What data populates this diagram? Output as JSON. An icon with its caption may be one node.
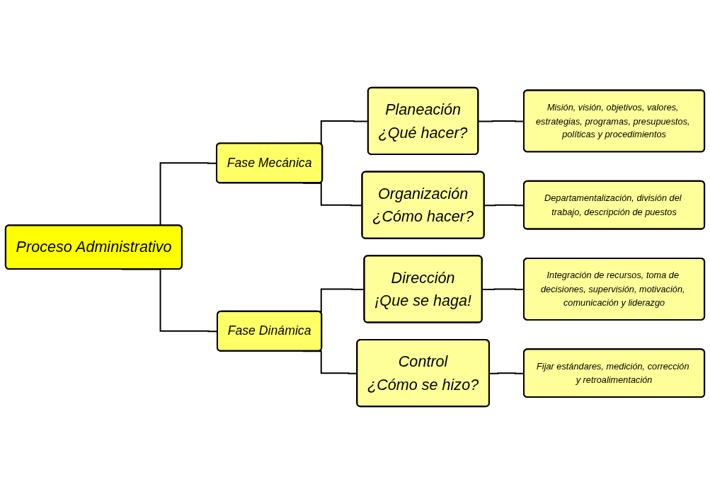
{
  "diagram": {
    "nodes": [
      {
        "text": [
          "Proceso Administrativo"
        ]
      },
      {
        "text": [
          "Fase Mecánica"
        ]
      },
      {
        "text": [
          "Planeación",
          "¿Qué hacer?"
        ]
      },
      {
        "text": [
          "Misión, visión, objetivos, valores, estrategias, programas, presupuestos, políticas y procedimientos"
        ]
      },
      {
        "text": [
          "Organización",
          "¿Cómo hacer?"
        ]
      },
      {
        "text": [
          "Departamentalización, división del trabajo, descripción de puestos"
        ]
      },
      {
        "text": [
          "Fase Dinámica"
        ]
      },
      {
        "text": [
          "Dirección",
          "¡Que se haga!"
        ]
      },
      {
        "text": [
          "Integración de recursos, toma de decisiones, supervisión, motivación, comunicación y liderazgo"
        ]
      },
      {
        "text": [
          "Control",
          "¿Cómo se hizo?"
        ]
      },
      {
        "text": [
          "Fijar estándares, medición, corrección y retroalimentación"
        ]
      }
    ],
    "edges": [
      {
        "from": 0,
        "to": 1,
        "arrow": "none"
      },
      {
        "from": 0,
        "to": 6,
        "arrow": "none"
      },
      {
        "from": 1,
        "to": 2,
        "arrow": "none"
      },
      {
        "from": 1,
        "to": 4,
        "arrow": "none"
      },
      {
        "from": 2,
        "to": 3,
        "arrow": "none"
      },
      {
        "from": 4,
        "to": 5,
        "arrow": "none"
      },
      {
        "from": 6,
        "to": 7,
        "arrow": "none"
      },
      {
        "from": 6,
        "to": 9,
        "arrow": "none"
      },
      {
        "from": 7,
        "to": 8,
        "arrow": "none"
      },
      {
        "from": 9,
        "to": 10,
        "arrow": "none"
      }
    ]
  }
}
